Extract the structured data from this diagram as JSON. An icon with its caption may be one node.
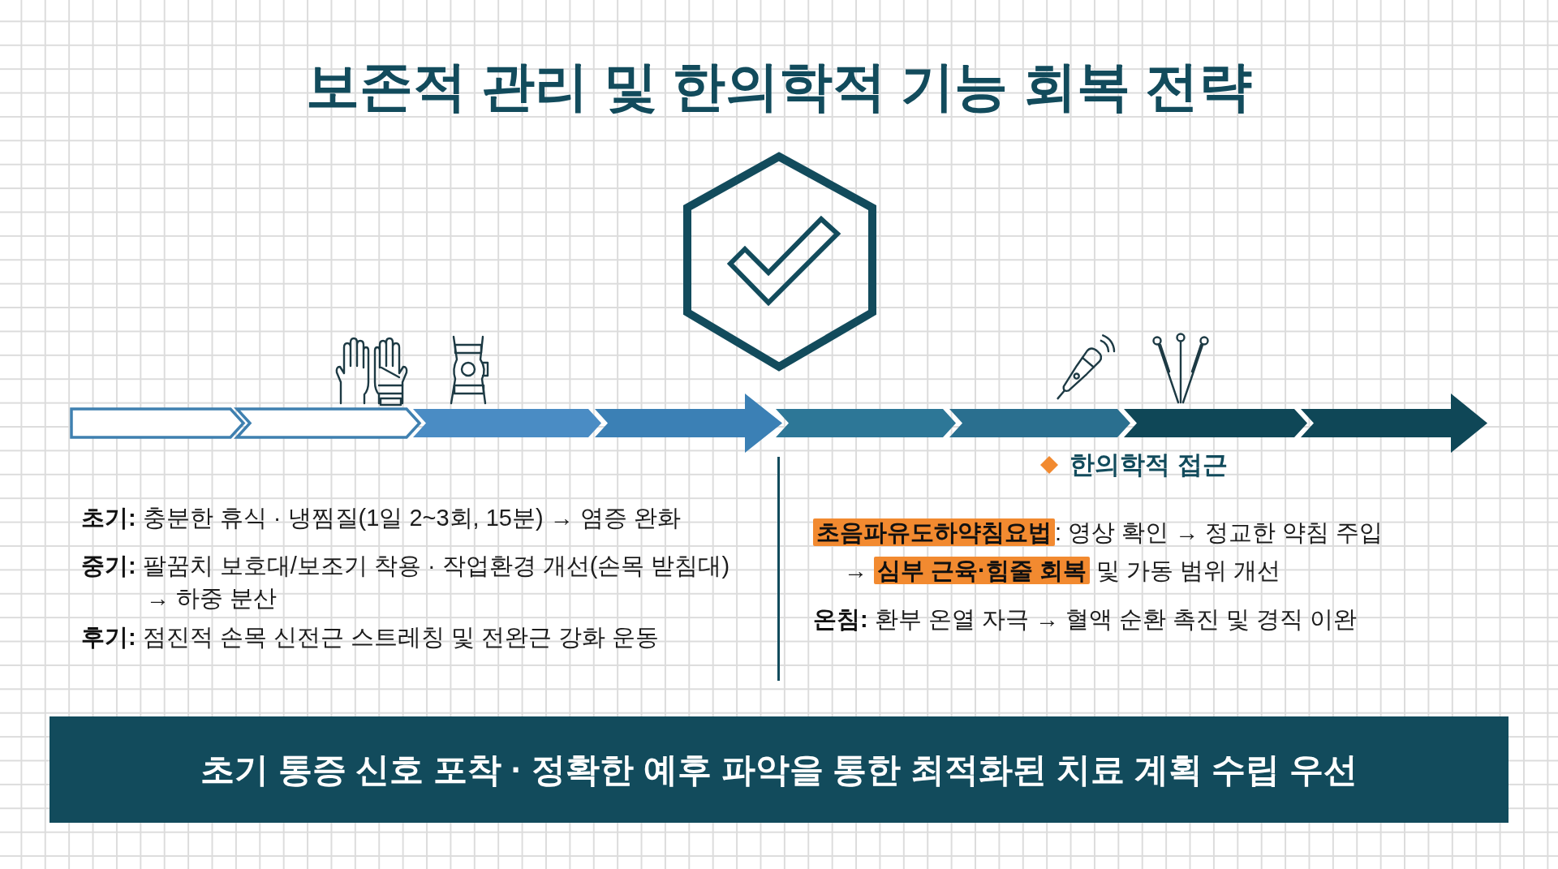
{
  "diagram": {
    "title": "보존적 관리 및 한의학적 기능 회복 전략",
    "nodes": [
      {
        "text": [
          "초기 통증 신호 포착 · 정확한 예후 파악을 통한 최적화된 치료 계획 수립 우선"
        ]
      }
    ],
    "labels": [
      "**초기:** 충분한 휴식 · 냉찜질(1일 2~3회, 15분) → 염증 완화",
      "**중기:** 팔꿈치 보호대/보조기 착용 · 작업환경 개선(손목 받침대) → 하중 분산",
      "**후기:** 점진적 손목 신전근 스트레칭 및 전완근 강화 운동",
      "한의학적 접근",
      "**초음파유도하약침요법**: 영상 확인 → 정교한 약침 주입 → **심부 근육·힘줄 회복** 및 가동 범위 개선",
      "**온침:** 환부 온열 자극 → 혈액 순환 촉진 및 경직 이완"
    ]
  }
}
